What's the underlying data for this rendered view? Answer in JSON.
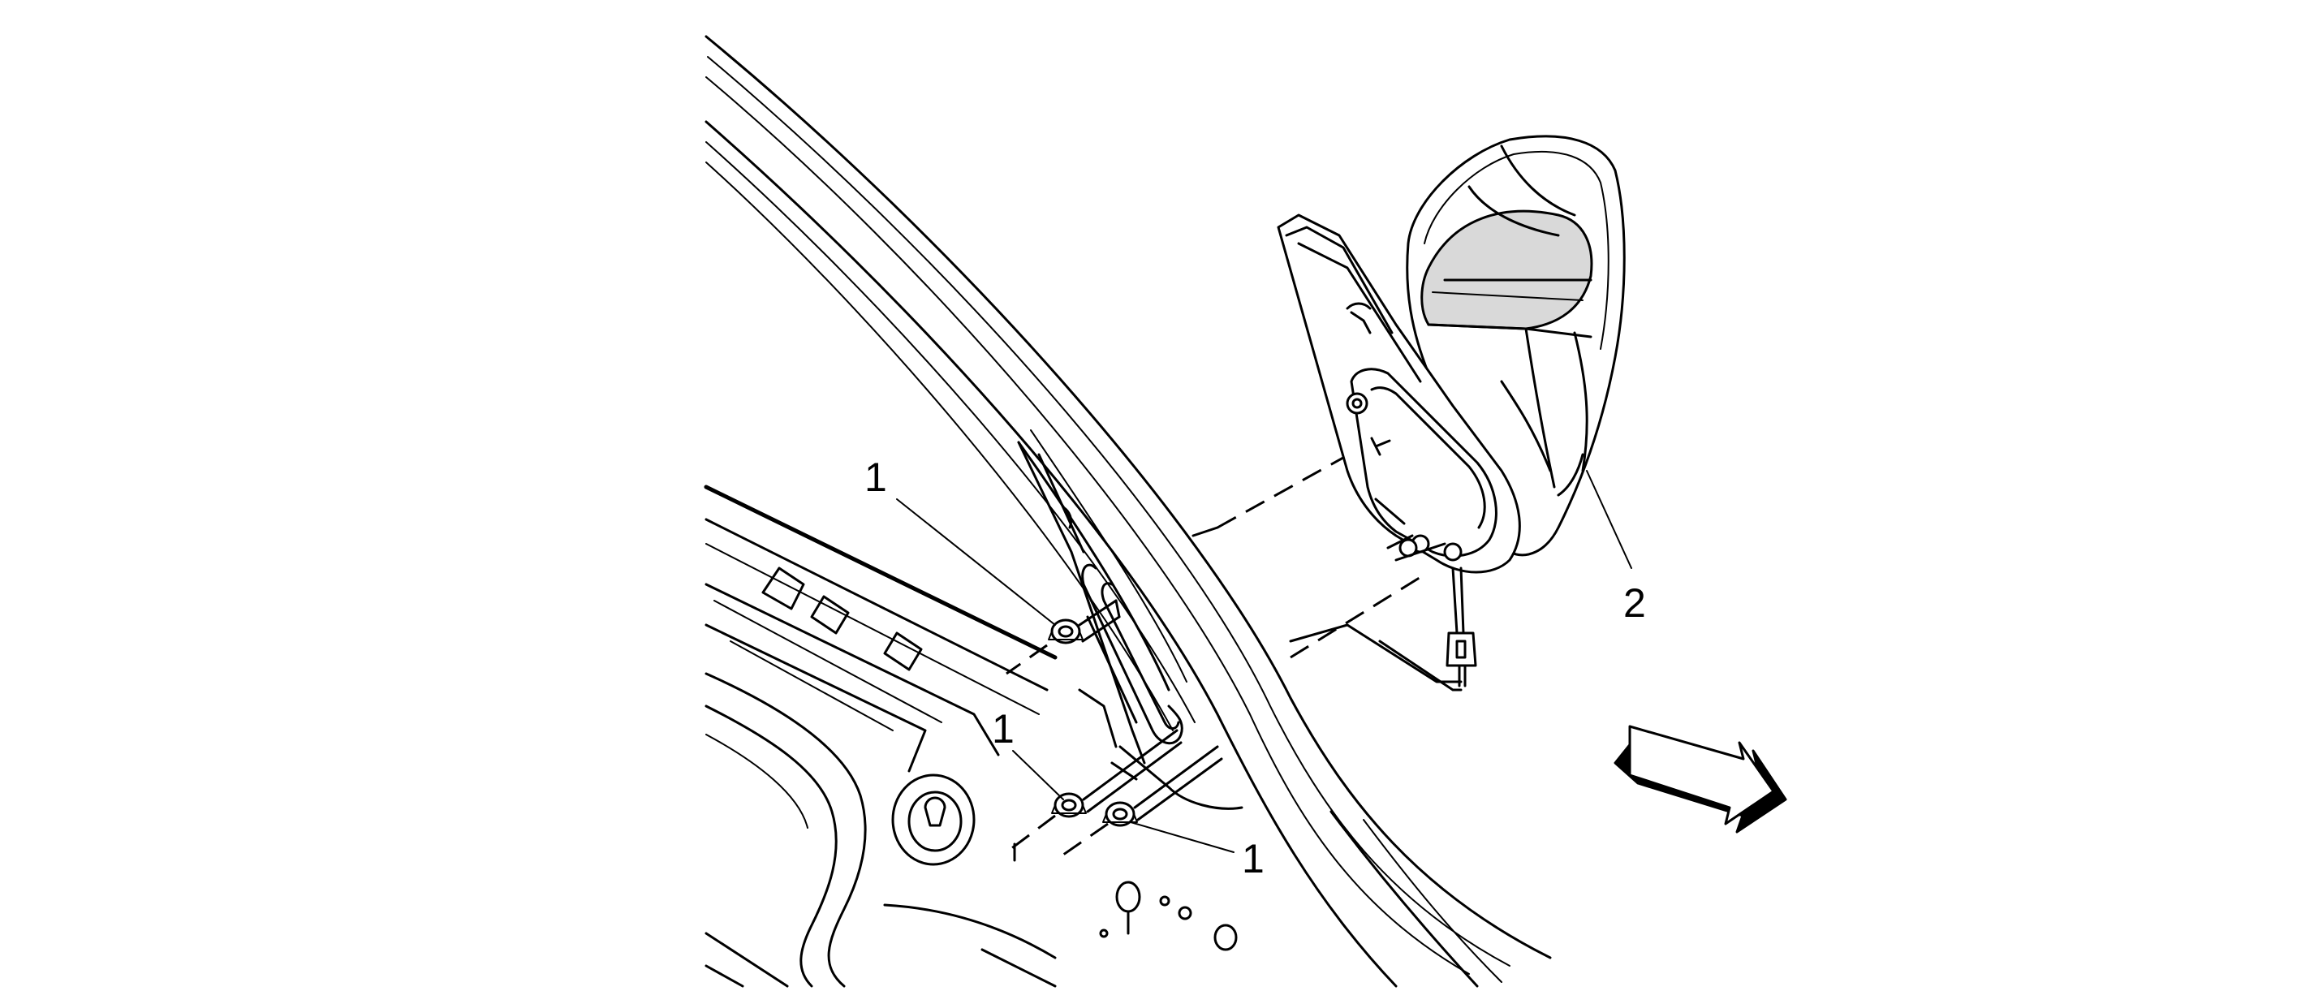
{
  "callouts": [
    {
      "label": "1",
      "part": "nut"
    },
    {
      "label": "1",
      "part": "nut"
    },
    {
      "label": "1",
      "part": "nut"
    },
    {
      "label": "2",
      "part": "outside-rearview-mirror"
    }
  ],
  "icons": {
    "view_direction": "arrow-icon"
  }
}
